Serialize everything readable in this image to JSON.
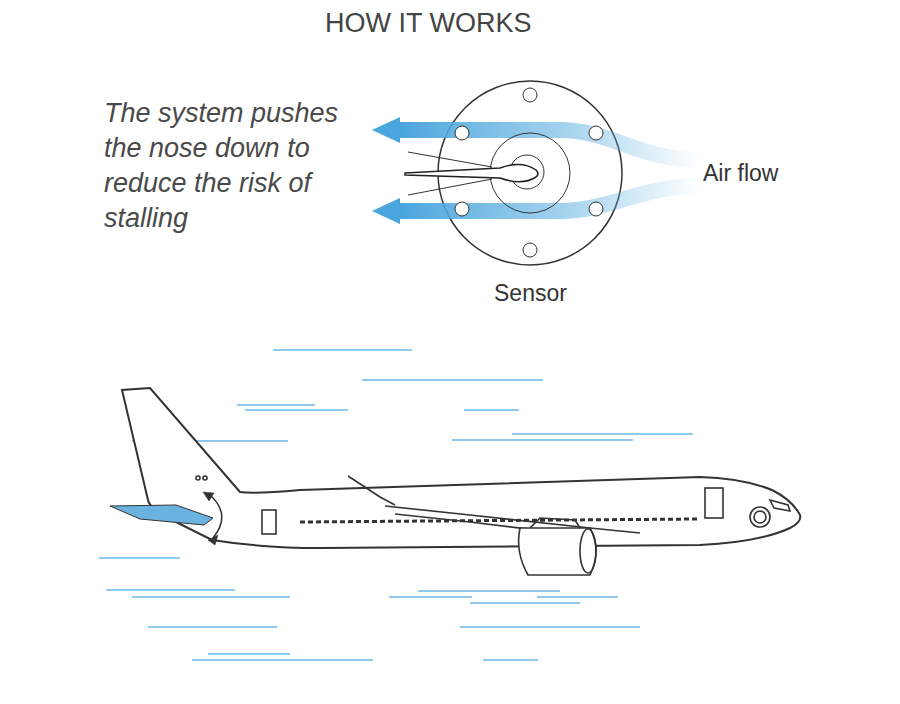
{
  "diagram": {
    "title": "HOW IT WORKS",
    "labels": [
      "The system pushes the nose down to reduce the risk of stalling",
      "Air flow",
      "Sensor"
    ]
  }
}
